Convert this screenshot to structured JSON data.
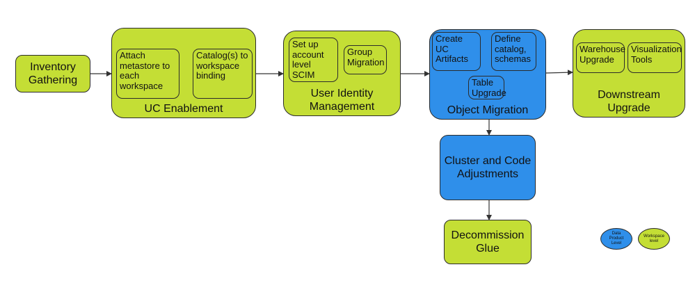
{
  "colors": {
    "green": "#c4de35",
    "blue": "#2f8fea"
  },
  "nodes": {
    "inventory": "Inventory\nGathering",
    "uc": {
      "label": "UC Enablement",
      "attach": "Attach\nmetastore to\neach\nworkspace",
      "catalog": "Catalog(s) to\nworkspace\nbinding"
    },
    "identity": {
      "label": "User Identity\nManagement",
      "scim": "Set up\naccount\nlevel\nSCIM",
      "group": "Group\nMigration"
    },
    "object": {
      "label": "Object Migration",
      "create": "Create\nUC\nArtifacts",
      "define": "Define\ncatalog,\nschemas",
      "table": "Table\nUpgrade"
    },
    "downstream": {
      "label": "Downstream\nUpgrade",
      "warehouse": "Warehouse\nUpgrade",
      "visualization": "Visualization\nTools"
    },
    "cluster": "Cluster and Code\nAdjustments",
    "decommission": "Decommission\nGlue"
  },
  "legend": {
    "data_product": "Data\nProduct\nLevel",
    "workspace": "Workspace\nlevel"
  }
}
